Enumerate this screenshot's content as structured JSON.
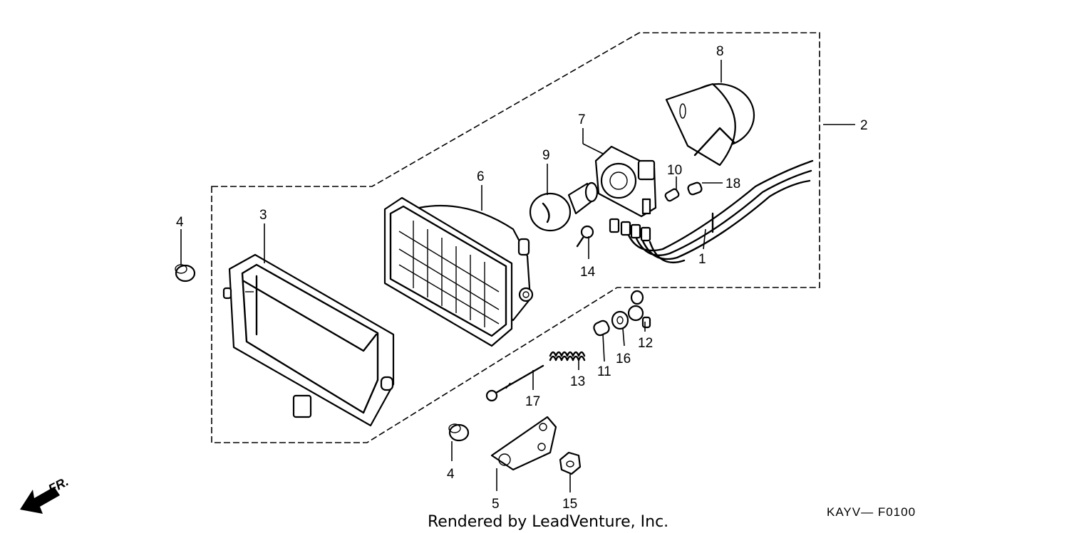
{
  "callouts": {
    "c1": "1",
    "c2": "2",
    "c3": "3",
    "c4a": "4",
    "c4b": "4",
    "c5": "5",
    "c6": "6",
    "c7": "7",
    "c8": "8",
    "c9": "9",
    "c10": "10",
    "c11": "11",
    "c12": "12",
    "c13": "13",
    "c14": "14",
    "c15": "15",
    "c16": "16",
    "c17": "17",
    "c18": "18"
  },
  "direction_label": "FR.",
  "footer": "Rendered by LeadVenture, Inc.",
  "diagram_code": "KAYV— F0100"
}
